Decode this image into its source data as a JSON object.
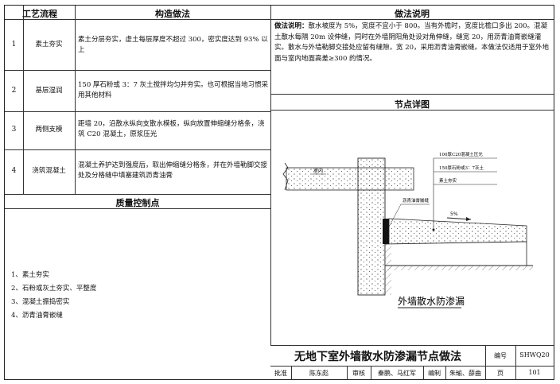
{
  "table": {
    "col_process": "工艺流程",
    "col_method": "构造做法",
    "rows": [
      {
        "no": "1",
        "step": "素土夯实",
        "method": "素土分层夯实，虚土每层厚度不超过 300，密实度达到 93% 以上"
      },
      {
        "no": "2",
        "step": "基层湿润",
        "method": "150 厚石粉或 3：7 灰土搅拌均匀并夯实。也可根据当地习惯采用其他材料"
      },
      {
        "no": "3",
        "step": "两侧支模",
        "method": "距墙 20，沿散水纵向支散水模板，纵向放置伸缩缝分格条，浇筑 C20 混凝土，原浆压光"
      },
      {
        "no": "4",
        "step": "浇筑混凝土",
        "method": "混凝土养护达到强度后，取出伸缩缝分格条，并在外墙勒脚交接处及分格缝中填塞建筑沥青油膏"
      }
    ]
  },
  "quality": {
    "title": "质量控制点",
    "items": [
      "1、素土夯实",
      "2、石粉或灰土夯实、平整度",
      "3、混凝土振捣密实",
      "4、沥青油膏嵌缝"
    ]
  },
  "description": {
    "header": "做法说明",
    "label": "做法说明：",
    "text": "散水坡度为 5%，宽度不宜小于 800。当有外檐时，宽度比檐口多出 200。混凝土散水每隔 20m 设伸缝，同时在外墙阴阳角处设对角伸缝，缝宽 20，用沥青油膏嵌缝灌实。散水与外墙勒脚交接处应留有缝隙，宽 20，采用沥青油膏嵌缝。本做法仅适用于室外地面与室内地面高差≥300 的情况。"
  },
  "detail": {
    "header": "节点详图",
    "labels": {
      "indoor": "室内",
      "sealant": "沥青油膏嵌缝",
      "layer1": "100厚C20混凝土压光",
      "layer2": "150厚石粉或3：7灰土",
      "layer3": "素土夯实",
      "slope": "5%"
    },
    "caption": "外墙散水防渗漏"
  },
  "titleblock": {
    "title": "无地下室外墙散水防渗漏节点做法",
    "code_label": "编号",
    "code_value": "SHWQ20",
    "approve_label": "批准",
    "approve_value": "陈东彪",
    "review_label": "审核",
    "review_value": "秦鹏、马红军",
    "draft_label": "编制",
    "draft_value": "朱瑜、薛曲",
    "page_label": "页",
    "page_value": "101"
  },
  "colors": {
    "line": "#333333",
    "sealant": "#111111"
  }
}
